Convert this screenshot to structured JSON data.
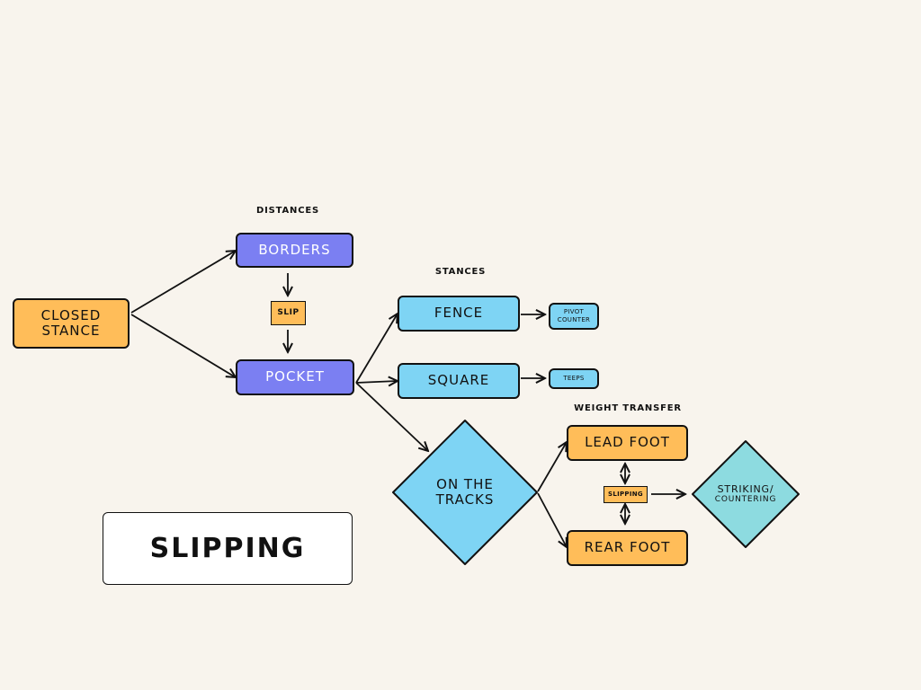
{
  "title": "SLIPPING",
  "sections": {
    "distances": "DISTANCES",
    "stances": "STANCES",
    "weight_transfer": "WEIGHT TRANSFER"
  },
  "nodes": {
    "closed_stance": {
      "line1": "CLOSED",
      "line2": "STANCE"
    },
    "borders": "BORDERS",
    "slip": "SLIP",
    "pocket": "POCKET",
    "fence": "FENCE",
    "pivot_counter": {
      "line1": "PIVOT",
      "line2": "COUNTER"
    },
    "square": "SQUARE",
    "teeps": "TEEPS",
    "on_the_tracks": {
      "line1": "ON THE",
      "line2": "TRACKS"
    },
    "lead_foot": "LEAD FOOT",
    "slipping": "SLIPPING",
    "rear_foot": "REAR FOOT",
    "striking_countering": {
      "line1": "STRIKING/",
      "line2": "COUNTERING"
    }
  },
  "colors": {
    "background": "#f8f4ed",
    "orange": "#ffbd59",
    "purple": "#7b7ff2",
    "blue": "#7ed4f4",
    "teal": "#8ddbe0",
    "stroke": "#111111"
  }
}
